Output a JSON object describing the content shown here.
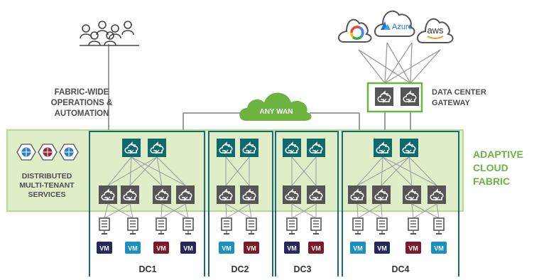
{
  "labels": {
    "ops": [
      "FABRIC-WIDE",
      "OPERATIONS &",
      "AUTOMATION"
    ],
    "services": [
      "DISTRIBUTED",
      "MULTI-TENANT",
      "SERVICES"
    ],
    "gateway": [
      "DATA CENTER",
      "GATEWAY"
    ],
    "fabric": [
      "ADAPTIVE",
      "CLOUD",
      "FABRIC"
    ],
    "wan": "ANY WAN",
    "cloud_azure": "Azure",
    "cloud_aws": "aws"
  },
  "datacenters": [
    {
      "name": "DC1",
      "vms": [
        "VM",
        "VM",
        "VM",
        "VM"
      ],
      "vm_types": [
        "navy",
        "blue",
        "maroon",
        "navy"
      ]
    },
    {
      "name": "DC2",
      "vms": [
        "VM",
        "VM"
      ],
      "vm_types": [
        "blue",
        "maroon"
      ]
    },
    {
      "name": "DC3",
      "vms": [
        "VM",
        "VM"
      ],
      "vm_types": [
        "navy",
        "maroon"
      ]
    },
    {
      "name": "DC4",
      "vms": [
        "VM",
        "VM",
        "VM",
        "VM"
      ],
      "vm_types": [
        "blue",
        "navy",
        "maroon",
        "blue"
      ]
    }
  ],
  "colors": {
    "fabric_fill": "#dfeec9",
    "fabric_border": "#b9d98f",
    "green_accent": "#6cb33f",
    "dc_border": "#176b72",
    "spine_switch": "#0f6b6b",
    "leaf_switch": "#555555",
    "vm_navy": "#26285c",
    "vm_blue": "#1a8fc2",
    "vm_maroon": "#7d1a2a",
    "line_gray": "#9b9b9b",
    "text_gray": "#4d4d4d"
  },
  "icons": {
    "users": "users-icon",
    "google_cloud": "google-cloud-icon",
    "azure": "azure-icon",
    "aws": "aws-icon",
    "spine": "spine-switch-icon",
    "leaf": "leaf-switch-icon",
    "server": "server-icon",
    "service": "service-hexagon-icon"
  }
}
